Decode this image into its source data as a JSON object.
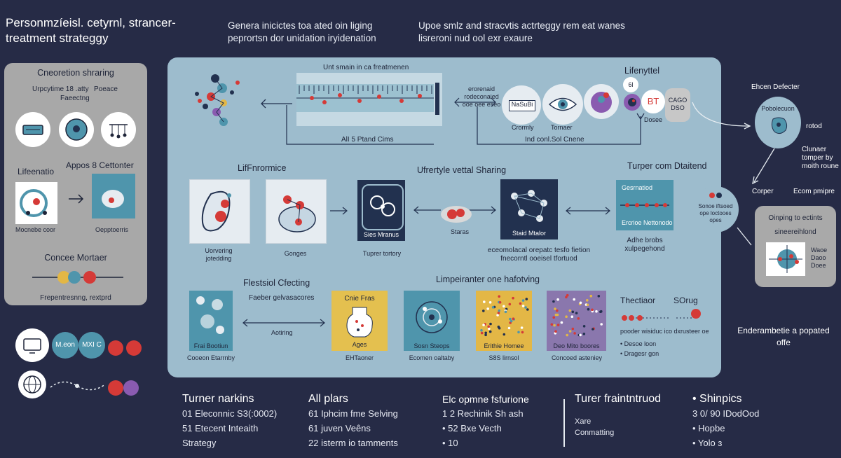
{
  "header": {
    "title_line1": "Personmzíeisl. cetyrnl, strancer-",
    "title_line2": "treatment strateggy",
    "sub1_line1": "Genera inicictes toa ated oin liging",
    "sub1_line2": "peprortsn dor unidation iryidenation",
    "sub2_line1": "Upoe smlz and stracvtis actrteggy rem eat wanes",
    "sub2_line2": "lisreroni nud ool exr exaure"
  },
  "left_panel": {
    "heading1": "Cneoretion shraring",
    "label_a": "Urpcytime 18 .atty",
    "label_b": "Faeectng",
    "label_c": "Poeace",
    "label_d": "Lifeenatio",
    "label_e": "Appos 8 Cettonter",
    "label_f": "Mocnebe coor",
    "label_g": "Oepptoerris",
    "label_h": "Concee Mortaer",
    "label_i": "Frepentresnng, rextprd"
  },
  "left_bottom": {
    "circle1": "M.eon",
    "circle2": "MXI C"
  },
  "main": {
    "top_center_label": "Unt smain in ca freatmenen",
    "top_center_bottom": "AlI 5 Ptand Cims",
    "top_mid_label_1": "erorenaid",
    "top_mid_label_2": "rodeconaied",
    "top_mid_label_3": "ooe oee eseo",
    "lifestyle_label": "Lifenyttel",
    "lifecycle_bottom": "Ind conl.Sol Cnene",
    "icon_a_label": "Crormly",
    "icon_b_label": "Tornaer",
    "icon_c_label": "Dosee",
    "icon_card_text": "NaSuBi",
    "icon_red_text": "BT",
    "icon_gray_text": "CAGO\nDSO",
    "icon_small_number": "6l",
    "row2_left_head": "LifFnrormice",
    "row2_mid_head": "Ufrertyle vettal Sharing",
    "row2_right_head": "Turper com Dtaitend",
    "row2_label_a": "Uorvering\njotedding",
    "row2_label_b": "Gonges",
    "row2_label_c": "Tuprer tortory",
    "row2_card_c": "Sies Mranus",
    "row2_label_d": "Staras",
    "row2_card_e": "Staid Mtalor",
    "row2_note": "eceomolacal orepatc tesfo fietion\nfnecorntl ooeisel tfortuod",
    "row2_card_f": "Gesrnatiod",
    "row2_card_f2": "Ercrioe Nettonodo",
    "row2_label_f": "Adhe brobs\nxulpegehond",
    "row3_left_head": "Flestsiol Cfecting",
    "row3_left_note": "Faeber gelvasacores",
    "row3_left_label": "Aotiring",
    "row3_mid_head": "Limpeiranter one hafotving",
    "row3_card_a": "Frai Bootiun",
    "row3_label_a": "Cooeon Etarrnby",
    "row3_card_b_title": "Cnie Fras",
    "row3_card_b_sub": "Ages",
    "row3_label_b": "EHTaoner",
    "row3_card_c": "Sosn Steops",
    "row3_label_c": "Ecomen oaltaby",
    "row3_card_d": "Erithie Homee",
    "row3_label_d": "S8S lirnsol",
    "row3_card_e": "Deo Mito boores",
    "row3_label_e": "Concoed asteniey",
    "row3_right_head1": "Thectiaor",
    "row3_right_head2": "SOrug",
    "row3_right_line1": "pooder wisiduc ico  dxrusteer oe",
    "row3_right_line2": "Desoe loon",
    "row3_right_line3": "Dragesr gon"
  },
  "right_side": {
    "efficacy_label": "Ehcen Defecter",
    "efficacy_circle": "Pobolecuon",
    "rotod": "rotod",
    "change_label": "Clunaer\ntomper by\nmoith roune",
    "corper": "Corper",
    "ecom": "Ecom pmipre",
    "circle2_text": "Sonoe iftsoed\nope loctooes\nopes",
    "panel_title1": "Oinping to ectints",
    "panel_title2": "sineereihlond",
    "panel_list": "Waoe\nDaoo\nDoee",
    "endorsement": "Enderambetie a popated\noffe"
  },
  "bottom": {
    "col1_head": "Turner narkins",
    "col1_items": [
      "01 Eleconnic  S3(:0002)",
      "51 Etecent Inteaith",
      "Strategy"
    ],
    "col2_head": "All plars",
    "col2_items": [
      "61 Iphcim fme Selving",
      "61 juven Veêns",
      "22 isterm io tamments"
    ],
    "col3_head": "Elc opmne fsfurione",
    "col3_items": [
      "1  2   Rechinik Sh ash",
      "•  52  Bxe Vecth",
      "•  10"
    ],
    "col4_head": "Turer fraintntruod",
    "col4_items": [
      "Xare",
      "Conmatting"
    ],
    "col5_head": "• Shinpics",
    "col5_items": [
      "3  0/ 90 IDodOod",
      "•  Hopbe",
      "•  Yolo ɜ"
    ]
  },
  "colors": {
    "background": "#262b46",
    "main_panel": "#9dbccd",
    "side_panel": "#a8a8a8",
    "accent_red": "#d53a37",
    "accent_teal": "#4f95ac",
    "accent_navy": "#22314f"
  }
}
